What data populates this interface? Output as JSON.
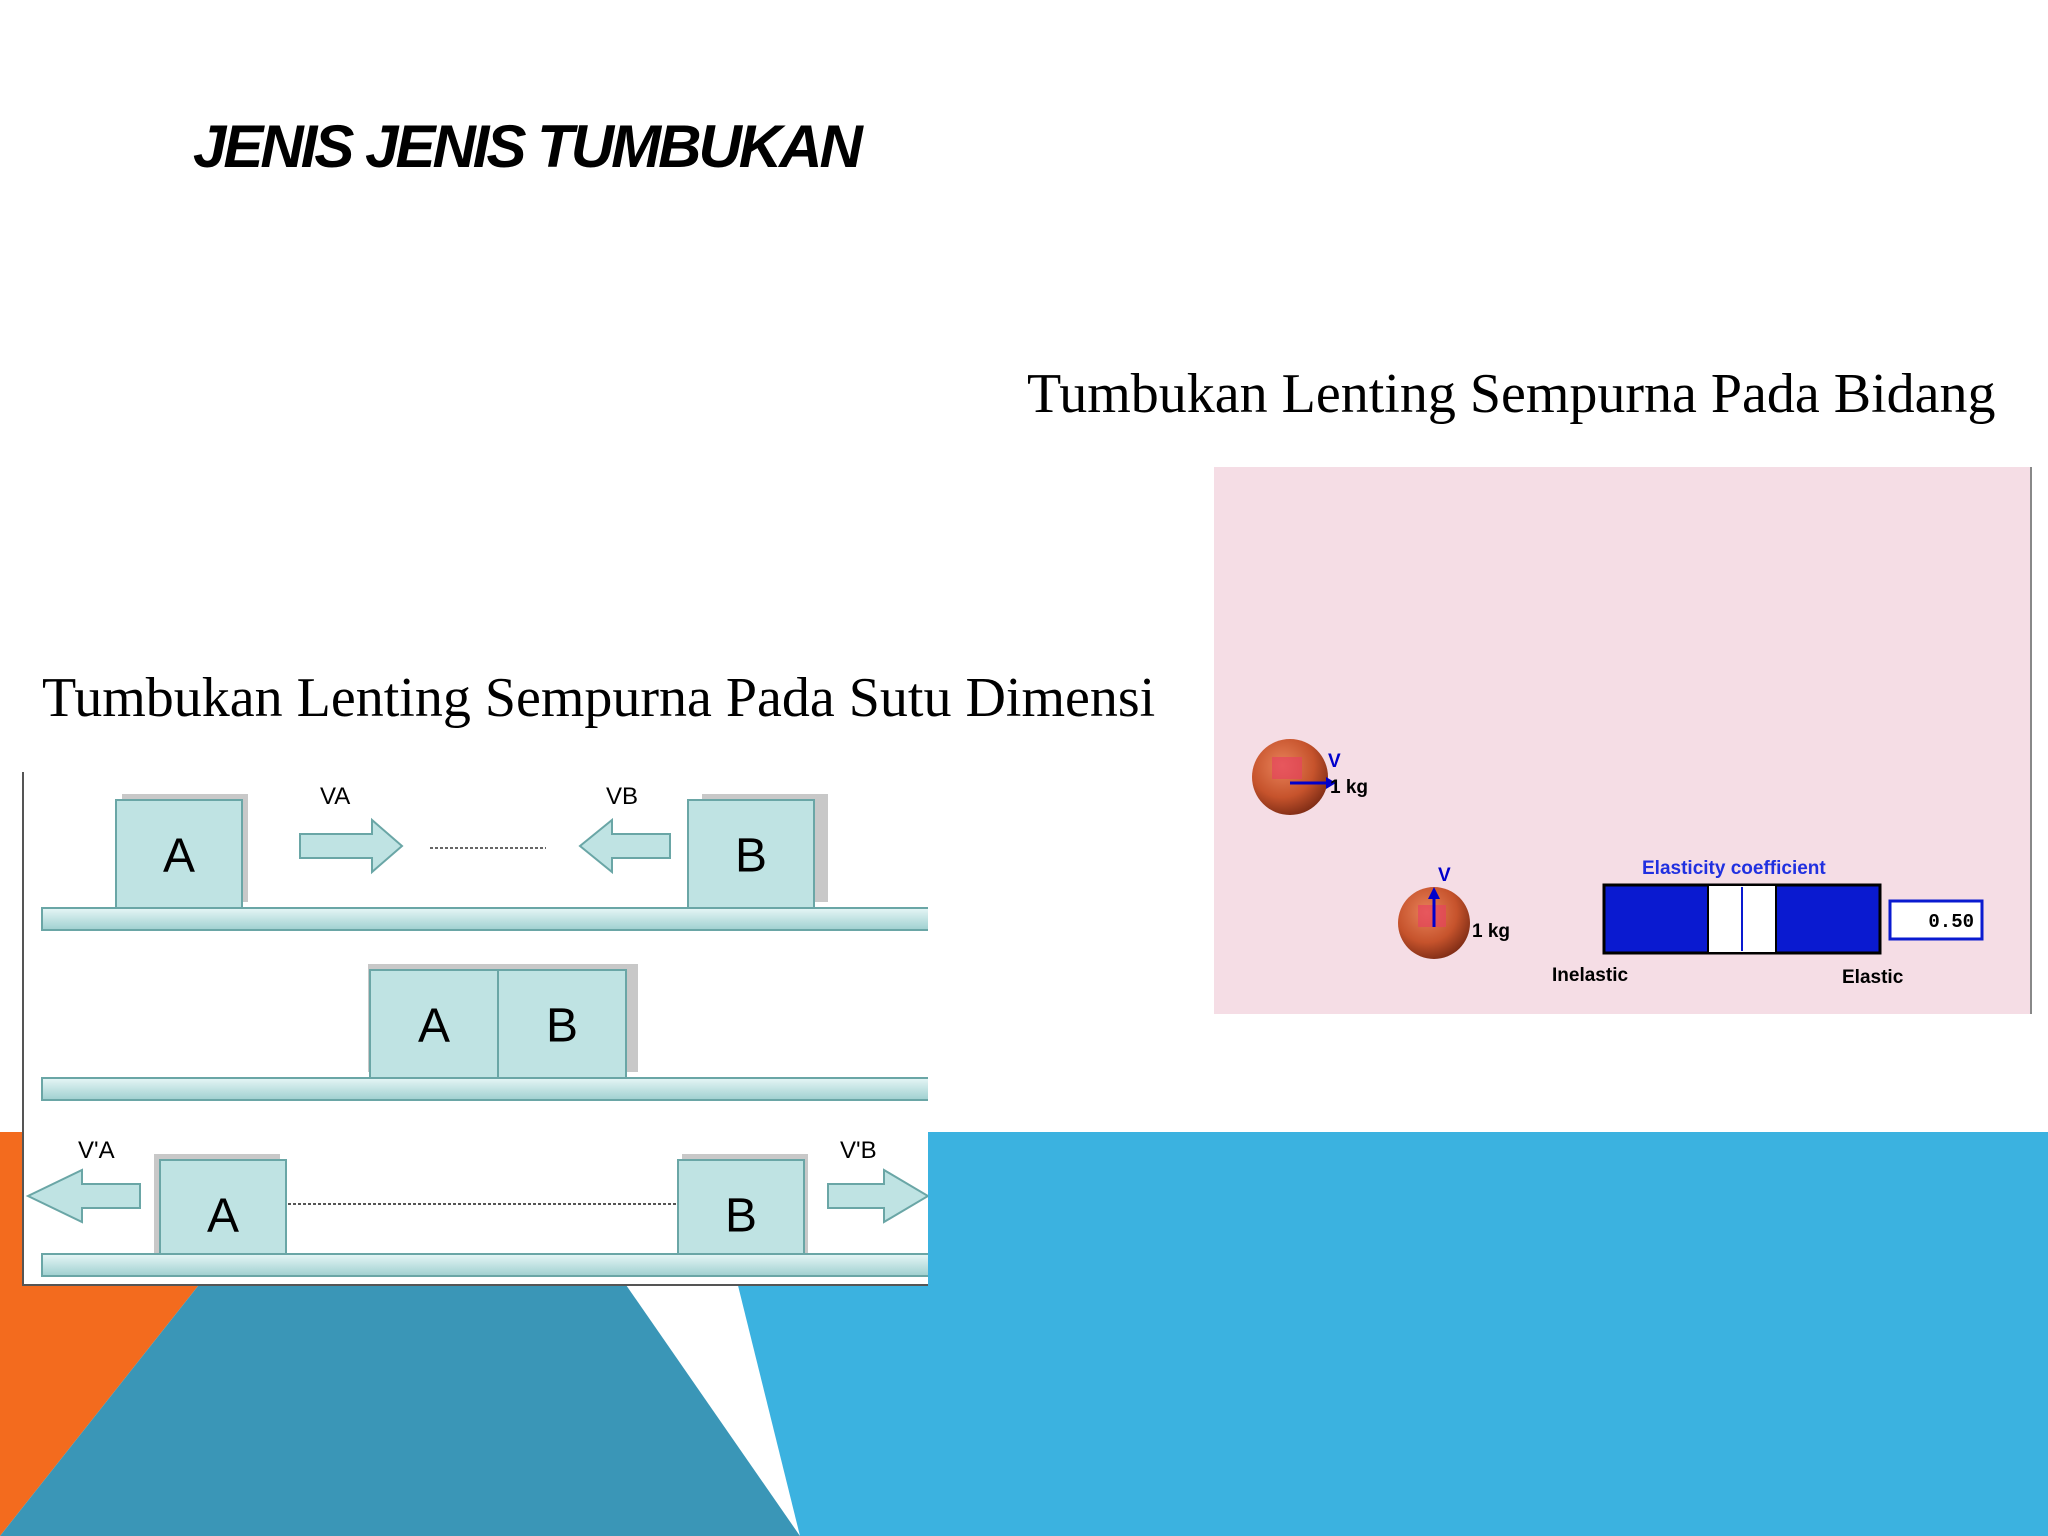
{
  "slide": {
    "title": "JENIS JENIS TUMBUKAN",
    "caption_2d": "Tumbukan Lenting Sempurna Pada Bidang",
    "caption_1d": "Tumbukan Lenting Sempurna Pada Sutu Dimensi"
  },
  "colors": {
    "orange": "#f36b1e",
    "light_blue": "#3bb2e0",
    "teal": "#3a96b7",
    "block_fill": "#bfe3e3",
    "block_stroke": "#6aa6a6",
    "sim_background": "#f5dde5",
    "slider_blue": "#0a1ad0"
  },
  "diagram_1d": {
    "row1": {
      "block_a": "A",
      "block_b": "B",
      "velocity_a": "VA",
      "velocity_b": "VB"
    },
    "row2": {
      "block_a": "A",
      "block_b": "B"
    },
    "row3": {
      "block_a": "A",
      "block_b": "B",
      "velocity_a": "V'A",
      "velocity_b": "V'B"
    }
  },
  "simulation_2d": {
    "ball1": {
      "mass": "1 kg",
      "velocity_label": "V"
    },
    "ball2": {
      "mass": "1 kg",
      "velocity_label": "V"
    },
    "elasticity": {
      "title": "Elasticity coefficient",
      "value": "0.50",
      "value_fraction": 0.5,
      "min_label": "Inelastic",
      "max_label": "Elastic"
    }
  }
}
